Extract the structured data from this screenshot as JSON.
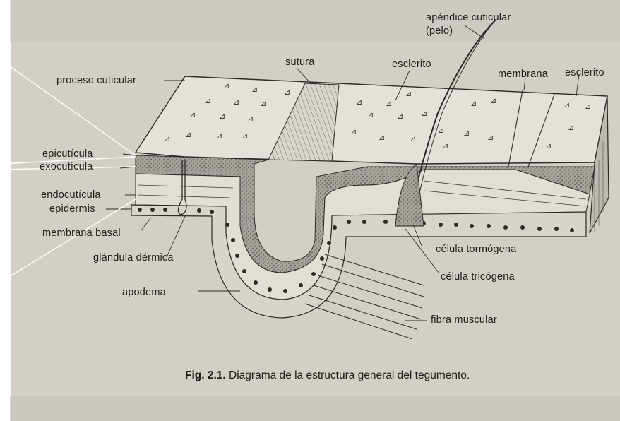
{
  "labels": {
    "apendice": "apéndice cuticular",
    "pelo": "(pelo)",
    "sutura": "sutura",
    "esclerito_1": "esclerito",
    "membrana": "membrana",
    "esclerito_2": "esclerito",
    "proceso": "proceso cuticular",
    "epicuticula": "epicutícula",
    "exocuticula": "exocutícula",
    "endocuticula": "endocutícula",
    "epidermis": "epidermis",
    "membrana_basal": "membrana basal",
    "glandula": "glándula dérmica",
    "apodema": "apodema",
    "tormogena": "célula tormógena",
    "tricogena": "célula tricógena",
    "fibra": "fibra muscular"
  },
  "caption": {
    "number": "Fig. 2.1.",
    "text": "Diagrama de la estructura general del tegumento."
  },
  "colors": {
    "page": "#d7d3cb",
    "ink": "#2a2a28",
    "stipple": "#8c8983",
    "layer_light": "#e6e3dc",
    "background": "#ffffff"
  }
}
